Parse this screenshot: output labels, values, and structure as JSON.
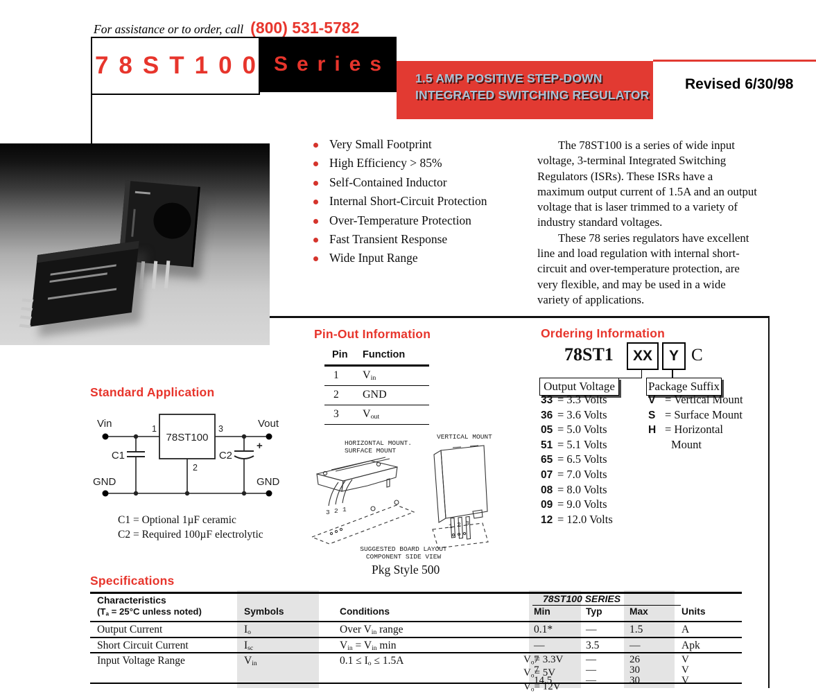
{
  "colors": {
    "accent_red": "#e7352c",
    "box_red": "#e23a32",
    "subtitle_text": "#a9c2d5",
    "table_band": "#e4e4e4"
  },
  "header": {
    "assist_text": "For assistance or to order, call",
    "phone": "(800) 531-5782",
    "title_main": "78ST100",
    "title_series": "Series",
    "subtitle_line1": "1.5 AMP POSITIVE STEP-DOWN",
    "subtitle_line2": "INTEGRATED SWITCHING REGULATOR",
    "revised": "Revised 6/30/98"
  },
  "features": {
    "items": [
      "Very Small Footprint",
      "High Efficiency > 85%",
      "Self-Contained Inductor",
      "Internal Short-Circuit Protection",
      "Over-Temperature Protection",
      "Fast Transient Response",
      "Wide Input Range"
    ]
  },
  "description": {
    "para1": "The 78ST100 is a series of wide input voltage, 3-terminal Integrated Switching Regulators (ISRs).  These ISRs have a maximum output current of 1.5A and an output voltage that is laser trimmed to a variety of industry standard voltages.",
    "para2": "These 78 series regulators have excellent line and load regulation with internal short-circuit and over-temperature protection, are very flexible, and may be used in a wide variety of applications."
  },
  "sym": {
    "V": "V",
    "I": "I",
    "in": "in",
    "out": "out",
    "o": "o",
    "sc": "sc",
    "a": "a"
  },
  "standard_application": {
    "heading": "Standard Application",
    "vin": "Vin",
    "vout": "Vout",
    "gnd_left": "GND",
    "gnd_right": "GND",
    "chip": "78ST100",
    "pin1": "1",
    "pin2": "2",
    "pin3": "3",
    "c1": "C1",
    "c2": "C2",
    "plus": "+",
    "note1": "C1 = Optional 1µF ceramic",
    "note2": "C2 = Required 100µF electrolytic"
  },
  "pinout": {
    "heading": "Pin-Out Information",
    "col_pin": "Pin",
    "col_function": "Function",
    "r1_pin": "1",
    "r2_pin": "2",
    "r3_pin": "3",
    "r2_func": "GND"
  },
  "packages": {
    "horizontal_label_1": "HORIZONTAL MOUNT.",
    "horizontal_label_2": "SURFACE MOUNT",
    "vertical_label": "VERTICAL MOUNT",
    "left_pin_3": "3",
    "left_pin_2": "2",
    "left_pin_1": "1",
    "right_pin_1": "1",
    "right_pin_2": "2",
    "right_pin_3": "3",
    "board_note_1": "SUGGESTED BOARD LAYOUT",
    "board_note_2": "COMPONENT SIDE VIEW",
    "pkg_style": "Pkg Style 500"
  },
  "ordering": {
    "heading": "Ordering Information",
    "part_prefix": "78ST1",
    "part_xx": "XX",
    "part_y": "Y",
    "part_c": "C",
    "output_voltage_label": "Output Voltage",
    "package_suffix_label": "Package Suffix",
    "voltages": [
      {
        "c": "33",
        "v": "= 3.3 Volts"
      },
      {
        "c": "36",
        "v": "= 3.6 Volts"
      },
      {
        "c": "05",
        "v": "= 5.0 Volts"
      },
      {
        "c": "51",
        "v": "= 5.1 Volts"
      },
      {
        "c": "65",
        "v": "= 6.5 Volts"
      },
      {
        "c": "07",
        "v": "= 7.0 Volts"
      },
      {
        "c": "08",
        "v": "= 8.0 Volts"
      },
      {
        "c": "09",
        "v": "= 9.0 Volts"
      },
      {
        "c": "12",
        "v": "= 12.0 Volts"
      }
    ],
    "suffixes": [
      {
        "c": "V",
        "v": "= Vertical Mount"
      },
      {
        "c": "S",
        "v": "= Surface Mount"
      },
      {
        "c": "H",
        "v": "= Horizontal"
      }
    ],
    "suffix_cont": "Mount"
  },
  "specs": {
    "heading": "Specifications",
    "h_char1": "Characteristics",
    "h_char2a": "(T",
    "h_char2b": "a",
    "h_char2c": " = 25°C unless noted)",
    "h_sym": "Symbols",
    "h_cond": "Conditions",
    "series": "78ST100 SERIES",
    "h_min": "Min",
    "h_typ": "Typ",
    "h_max": "Max",
    "h_units": "Units",
    "r1": {
      "name": "Output Current",
      "sym_b": "I",
      "sym_s": "o",
      "c_a": "Over V",
      "c_b": "in",
      "c_c": " range",
      "min": "0.1*",
      "typ": "—",
      "max": "1.5",
      "units": "A"
    },
    "r2": {
      "name": "Short Circuit Current",
      "sym_b": "I",
      "sym_s": "sc",
      "c_a": "V",
      "c_b": "in",
      "c_c": " = V",
      "c_d": "in",
      "c_e": " min",
      "min": "—",
      "typ": "3.5",
      "max": "—",
      "units": "Apk"
    },
    "r3": {
      "name": "Input Voltage Range",
      "sym_b": "V",
      "sym_s": "in",
      "c_a": "0.1 ≤ I",
      "c_b": "o",
      "c_c": " ≤ 1.5A",
      "s_b": "V",
      "s_s": "o",
      "s1": "= 3.3V",
      "s2": "= 5V",
      "s3": "= 12V",
      "min1": "7",
      "min2": "7",
      "min3": "14.5",
      "typ1": "—",
      "typ2": "—",
      "typ3": "—",
      "max1": "26",
      "max2": "30",
      "max3": "30",
      "u1": "V",
      "u2": "V",
      "u3": "V"
    }
  }
}
